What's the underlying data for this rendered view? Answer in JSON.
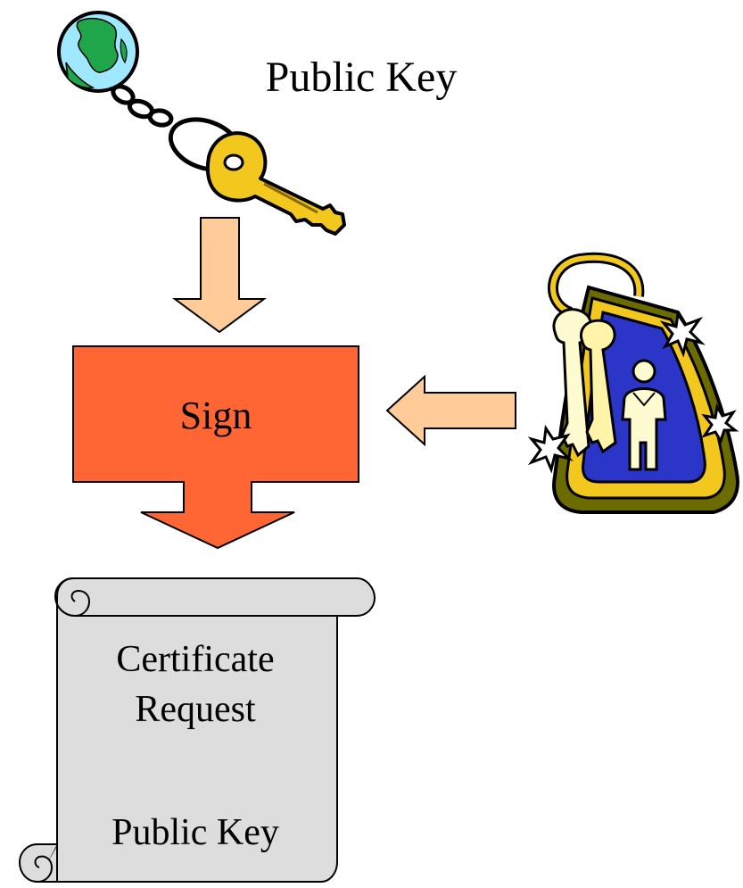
{
  "diagram": {
    "public_key_label": "Public Key",
    "sign_label": "Sign",
    "certificate": {
      "line1": "Certificate",
      "line2": "Request",
      "line3": "Public Key"
    }
  },
  "icons": {
    "public_key": "globe-keychain-key-icon",
    "private_key": "keychain-tag-person-icon"
  },
  "colors": {
    "arrow_fill": "#ffcc99",
    "sign_fill": "#ff6633",
    "scroll_fill": "#dddddd",
    "key_gold": "#f2c81e",
    "tag_blue": "#2b35c8",
    "globe_blue": "#9fe8ff",
    "globe_green": "#1fa64a"
  }
}
